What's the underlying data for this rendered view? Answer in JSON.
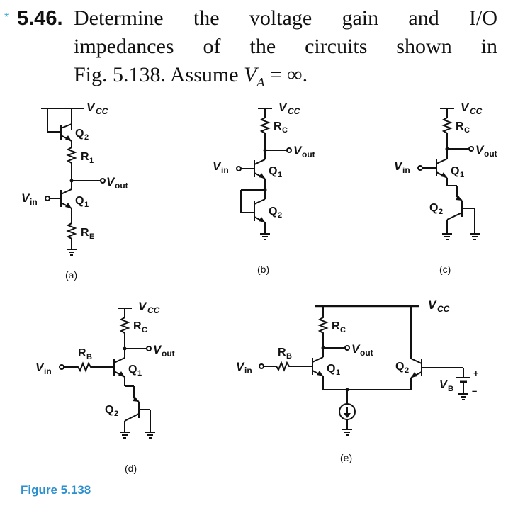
{
  "problem": {
    "marker": "*",
    "number": "5.46.",
    "lines": [
      "Determine the voltage gain and I/O",
      "impedances of the circuits shown in",
      "Fig. 5.138. Assume V_A = ∞."
    ]
  },
  "figure": {
    "caption": "Figure 5.138",
    "labels": {
      "vcc": "V",
      "vcc_sub": "CC",
      "vin": "V",
      "vin_sub": "in",
      "vout": "V",
      "vout_sub": "out",
      "q1": "Q",
      "q1_sub": "1",
      "q2": "Q",
      "q2_sub": "2",
      "r1": "R",
      "r1_sub": "1",
      "re": "R",
      "re_sub": "E",
      "rc": "R",
      "rc_sub": "C",
      "rb": "R",
      "rb_sub": "B",
      "vb": "V",
      "vb_sub": "B",
      "plus": "+",
      "minus": "–"
    },
    "subcaptions": [
      "(a)",
      "(b)",
      "(c)",
      "(d)",
      "(e)"
    ]
  }
}
